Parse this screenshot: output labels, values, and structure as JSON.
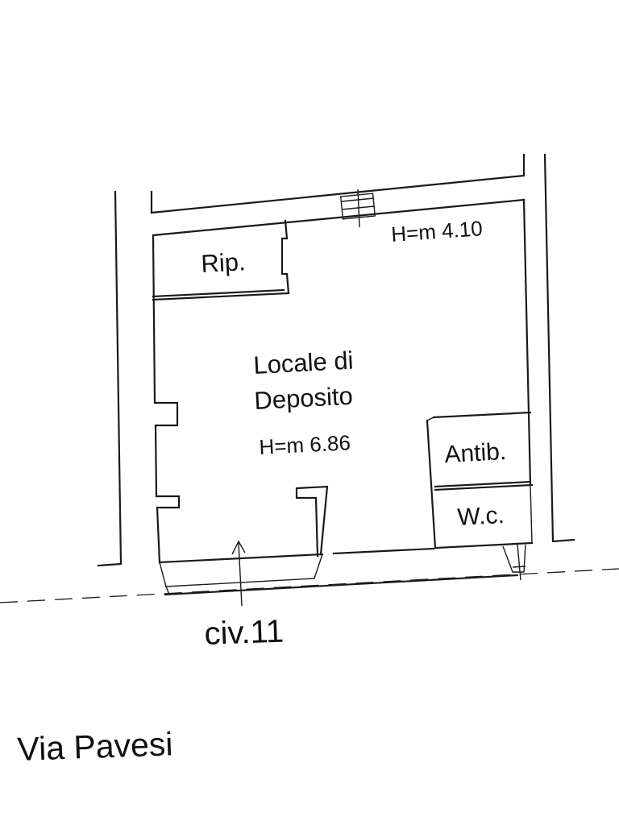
{
  "rooms": {
    "ripostiglio": "Rip.",
    "main_name_line1": "Locale di",
    "main_name_line2": "Deposito",
    "main_height": "H=m 6.86",
    "antibagno": "Antib.",
    "wc": "W.c."
  },
  "heights": {
    "upper_height": "H=m 4.10"
  },
  "entrance": {
    "civic_number": "civ.11"
  },
  "street": {
    "name": "Via Pavesi"
  },
  "colors": {
    "line": "#1a1a1a",
    "text": "#111111",
    "background": "#ffffff"
  }
}
